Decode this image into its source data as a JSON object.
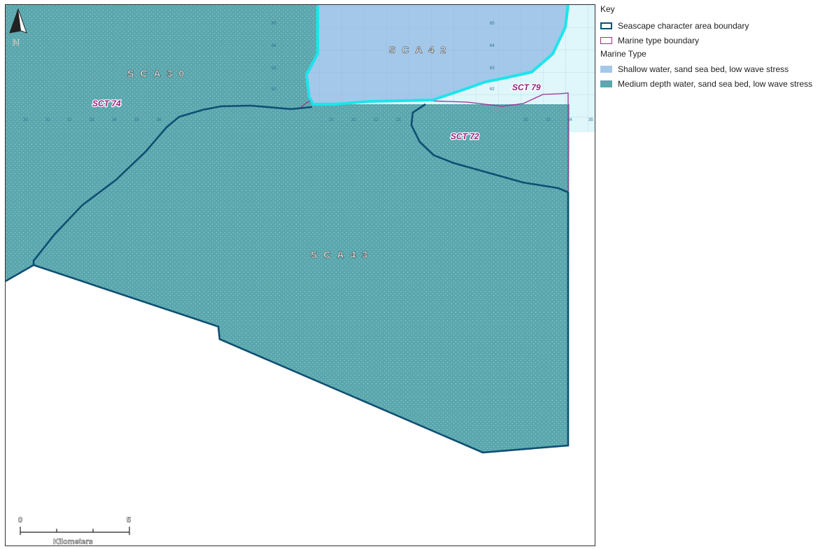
{
  "map": {
    "areas": [
      {
        "id": "sca30",
        "label": "SCA30"
      },
      {
        "id": "sca42",
        "label": "SCA42"
      },
      {
        "id": "sca43",
        "label": "SCA43"
      }
    ],
    "type_labels": [
      {
        "id": "sct74",
        "label": "SCT 74"
      },
      {
        "id": "sct79",
        "label": "SCT 79"
      },
      {
        "id": "sct72",
        "label": "SCT 72"
      }
    ],
    "north_label": "N",
    "scale_bar": {
      "start": "0",
      "end": "5",
      "unit": "Kilometers"
    },
    "colors": {
      "medium_depth": "#5aa7b0",
      "shallow": "#a3c8ea",
      "sca_boundary": "#0e4f72",
      "marine_boundary": "#a22c95",
      "highlight": "#1de4ec",
      "sca42_fill": "#a3c8ea"
    }
  },
  "legend": {
    "title": "Key",
    "items": [
      {
        "label": "Seascape character area boundary",
        "swatch": "outline-dark-blue"
      },
      {
        "label": "Marine type boundary",
        "swatch": "outline-magenta"
      }
    ],
    "subtitle": "Marine Type",
    "types": [
      {
        "label": "Shallow water, sand sea bed, low wave stress",
        "swatch": "fill-light-blue"
      },
      {
        "label": "Medium depth water, sand sea bed, low wave stress",
        "swatch": "fill-teal"
      }
    ]
  }
}
